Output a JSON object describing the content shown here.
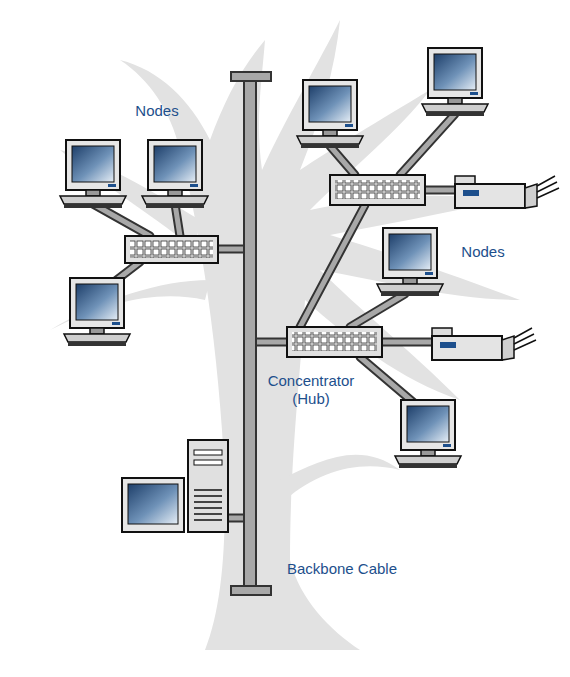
{
  "diagram": {
    "labels": [
      "Nodes",
      "Nodes",
      "Concentrator (Hub)",
      "Backbone Cable"
    ]
  }
}
